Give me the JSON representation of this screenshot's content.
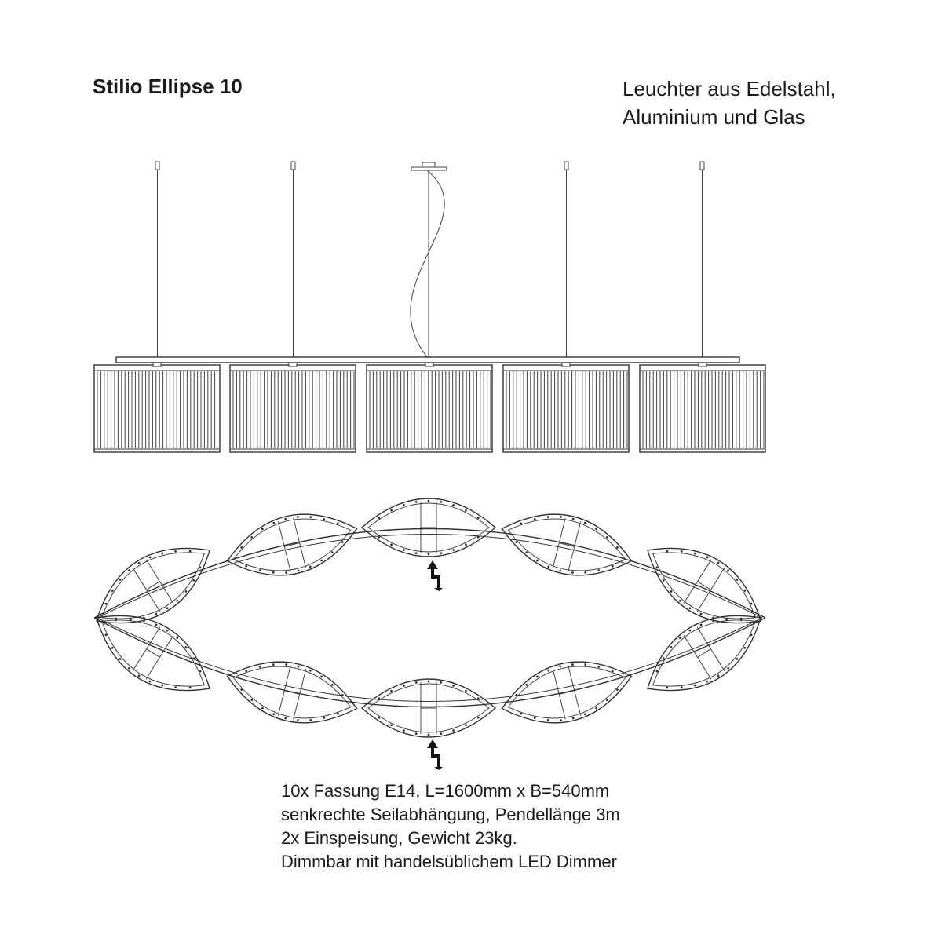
{
  "title": "Stilio Ellipse 10",
  "material": {
    "line1": "Leuchter aus Edelstahl,",
    "line2": "Aluminium und Glas"
  },
  "specs": {
    "line1": "10x Fassung E14, L=1600mm x B=540mm",
    "line2": "senkrechte Seilabhängung, Pendellänge 3m",
    "line3": "2x Einspeisung, Gewicht 23kg.",
    "line4": "Dimmbar mit handelsüblichem LED Dimmer"
  },
  "icons": {
    "feed_point": "power-feed-icon"
  }
}
